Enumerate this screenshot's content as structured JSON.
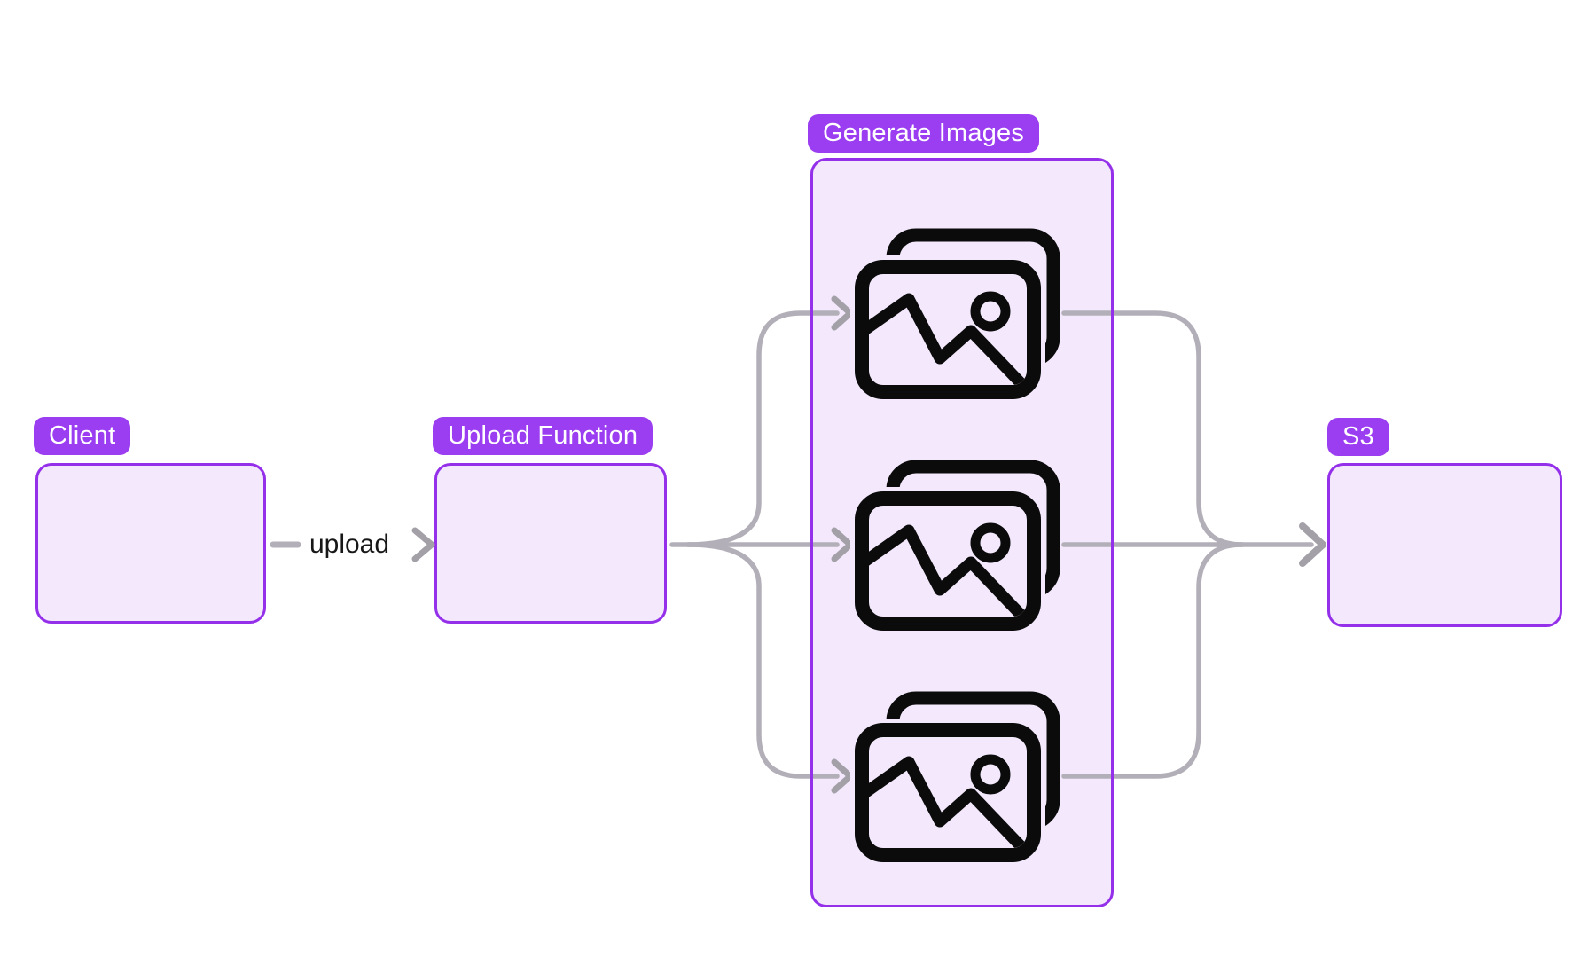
{
  "colors": {
    "badge_fill": "#9b3df0",
    "badge_text": "#ffffff",
    "node_border": "#9530ea",
    "node_fill": "#f3e8fc",
    "edge_line": "#b3afb8",
    "arrow": "#a3a0a8",
    "icon_stroke": "#0b0b0b",
    "edge_label_text": "#171717",
    "canvas_bg": "#ffffff"
  },
  "nodes": {
    "client": {
      "label": "Client"
    },
    "upload_function": {
      "label": "Upload Function"
    },
    "generate_images": {
      "label": "Generate Images",
      "icons": [
        {
          "name": "images-icon"
        },
        {
          "name": "images-icon"
        },
        {
          "name": "images-icon"
        }
      ]
    },
    "s3": {
      "label": "S3"
    }
  },
  "edges": [
    {
      "from": "Client",
      "to": "Upload Function",
      "label": "upload"
    },
    {
      "from": "Upload Function",
      "to": "Generate Images",
      "label": "",
      "branches": 3
    },
    {
      "from": "Generate Images",
      "to": "S3",
      "label": "",
      "merges": 3
    }
  ]
}
